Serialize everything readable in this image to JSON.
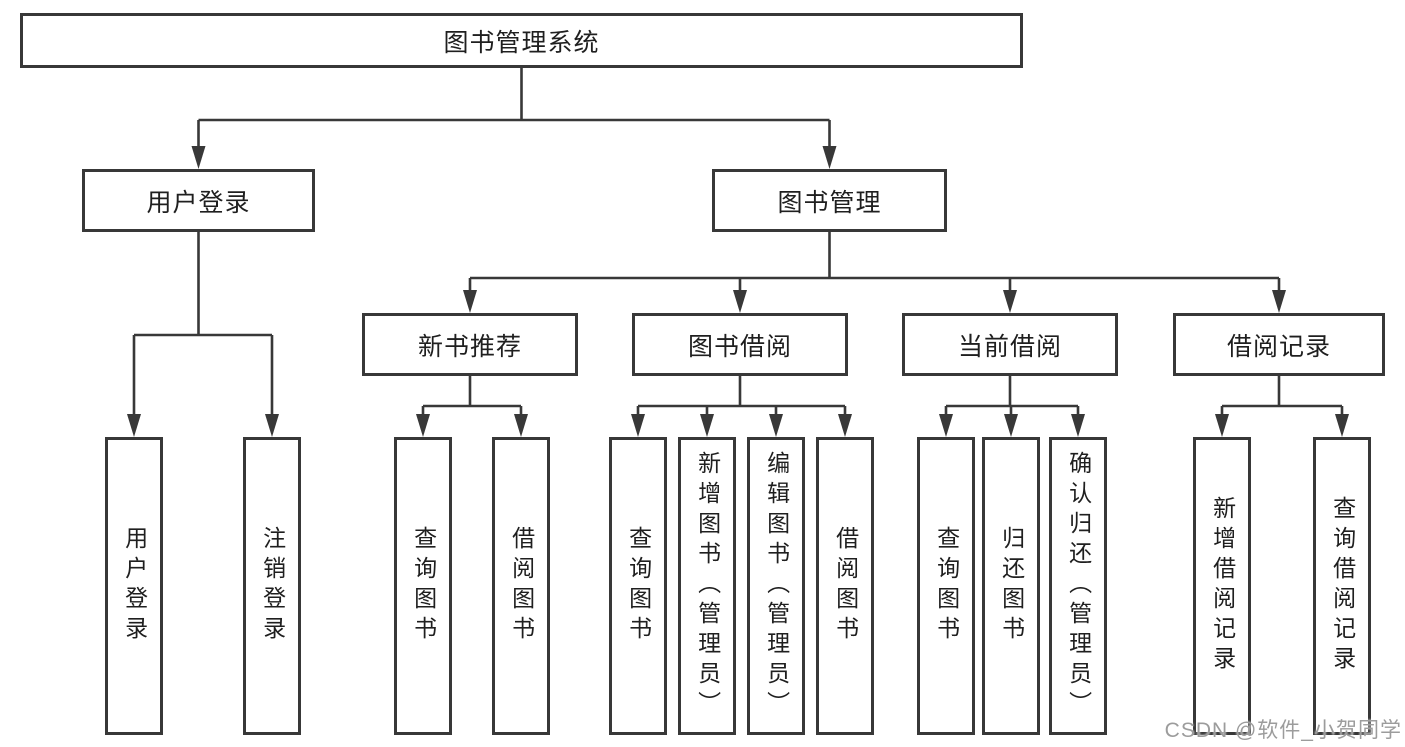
{
  "colors": {
    "line": "#383838",
    "box_border": "#383838",
    "box_fill": "#ffffff",
    "text": "#1f1f1f",
    "watermark": "#9c9c9c"
  },
  "watermark": {
    "text": "CSDN @软件_小贺同学"
  },
  "tree": {
    "root": {
      "label": "图书管理系统"
    },
    "level2": [
      {
        "label": "用户登录",
        "children": [
          {
            "label": "用户登录"
          },
          {
            "label": "注销登录"
          }
        ]
      },
      {
        "label": "图书管理",
        "children": [
          {
            "label": "新书推荐",
            "children": [
              {
                "label": "查询图书"
              },
              {
                "label": "借阅图书"
              }
            ]
          },
          {
            "label": "图书借阅",
            "children": [
              {
                "label": "查询图书"
              },
              {
                "label": "新增图书（管理员）"
              },
              {
                "label": "编辑图书（管理员）"
              },
              {
                "label": "借阅图书"
              }
            ]
          },
          {
            "label": "当前借阅",
            "children": [
              {
                "label": "查询图书"
              },
              {
                "label": "归还图书"
              },
              {
                "label": "确认归还（管理员）"
              }
            ]
          },
          {
            "label": "借阅记录",
            "children": [
              {
                "label": "新增借阅记录"
              },
              {
                "label": "查询借阅记录"
              }
            ]
          }
        ]
      }
    ]
  }
}
